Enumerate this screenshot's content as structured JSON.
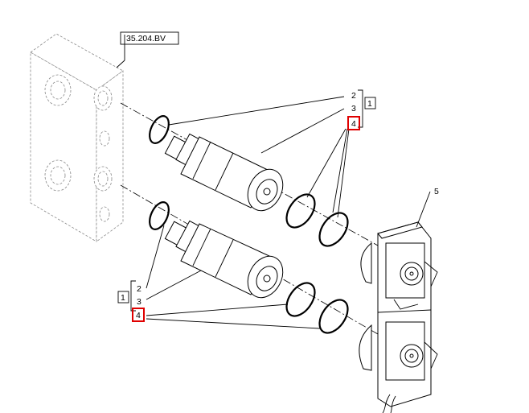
{
  "callouts": {
    "block_ref": "35.204.BV",
    "upper_group": {
      "item_a": "2",
      "item_b": "3",
      "item_c": "4",
      "group": "1"
    },
    "lower_group": {
      "item_a": "2",
      "item_b": "3",
      "item_c": "4",
      "group": "1"
    },
    "socket_panel": "5"
  },
  "highlight": {
    "color": "#e00000",
    "items": [
      "4"
    ]
  }
}
